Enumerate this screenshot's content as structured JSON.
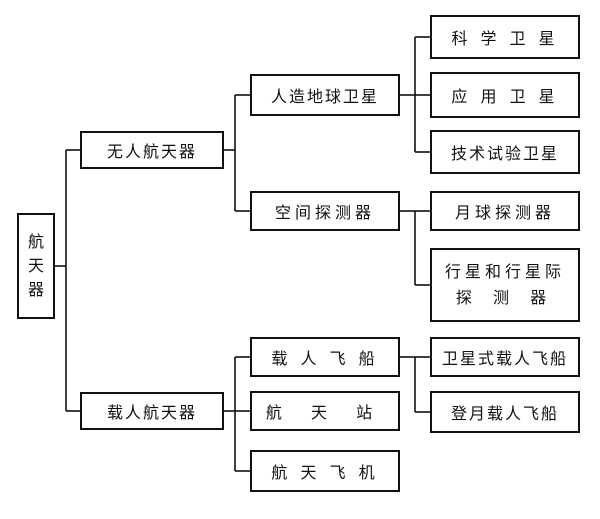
{
  "root": {
    "chars": [
      "航",
      "天",
      "器"
    ]
  },
  "unmanned": {
    "label": "无人航天器",
    "satellite": {
      "label": "人造地球卫星",
      "children": [
        "科 学 卫 星",
        "应 用 卫 星",
        "技术试验卫星"
      ]
    },
    "probe": {
      "label": "空间探测器",
      "children": [
        "月球探测器"
      ],
      "planetary": {
        "line1": "行星和行星际",
        "line2": "探 测 器"
      }
    }
  },
  "manned": {
    "label": "载人航天器",
    "spaceship": {
      "label": "载 人 飞 船",
      "children": [
        "卫星式载人飞船",
        "登月载人飞船"
      ]
    },
    "station": {
      "label": "航 天 站"
    },
    "plane": {
      "label": "航 天 飞 机"
    }
  }
}
